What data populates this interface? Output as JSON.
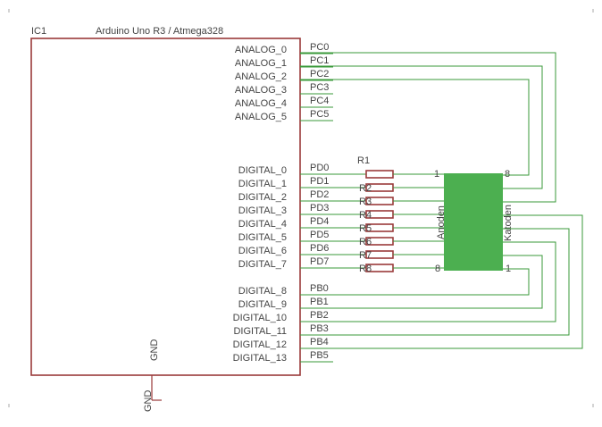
{
  "ic": {
    "ref": "IC1",
    "name": "Arduino Uno R3 / Atmega328",
    "gnd_inside": "GND",
    "gnd_outside": "GND"
  },
  "analog_pins": [
    {
      "name": "ANALOG_0",
      "net": "PC0"
    },
    {
      "name": "ANALOG_1",
      "net": "PC1"
    },
    {
      "name": "ANALOG_2",
      "net": "PC2"
    },
    {
      "name": "ANALOG_3",
      "net": "PC3"
    },
    {
      "name": "ANALOG_4",
      "net": "PC4"
    },
    {
      "name": "ANALOG_5",
      "net": "PC5"
    }
  ],
  "digital_pins": [
    {
      "name": "DIGITAL_0",
      "net": "PD0"
    },
    {
      "name": "DIGITAL_1",
      "net": "PD1"
    },
    {
      "name": "DIGITAL_2",
      "net": "PD2"
    },
    {
      "name": "DIGITAL_3",
      "net": "PD3"
    },
    {
      "name": "DIGITAL_4",
      "net": "PD4"
    },
    {
      "name": "DIGITAL_5",
      "net": "PD5"
    },
    {
      "name": "DIGITAL_6",
      "net": "PD6"
    },
    {
      "name": "DIGITAL_7",
      "net": "PD7"
    }
  ],
  "portb_pins": [
    {
      "name": "DIGITAL_8",
      "net": "PB0"
    },
    {
      "name": "DIGITAL_9",
      "net": "PB1"
    },
    {
      "name": "DIGITAL_10",
      "net": "PB2"
    },
    {
      "name": "DIGITAL_11",
      "net": "PB3"
    },
    {
      "name": "DIGITAL_12",
      "net": "PB4"
    },
    {
      "name": "DIGITAL_13",
      "net": "PB5"
    }
  ],
  "resistors": [
    "R1",
    "R2",
    "R3",
    "R4",
    "R5",
    "R6",
    "R7",
    "R8"
  ],
  "led_array": {
    "anode_label": "Anoden",
    "cathode_label": "Katoden",
    "anode_pin_top": "1",
    "anode_pin_bottom": "8",
    "cathode_pin_top": "8",
    "cathode_pin_bottom": "1",
    "color": "#4caf50"
  }
}
